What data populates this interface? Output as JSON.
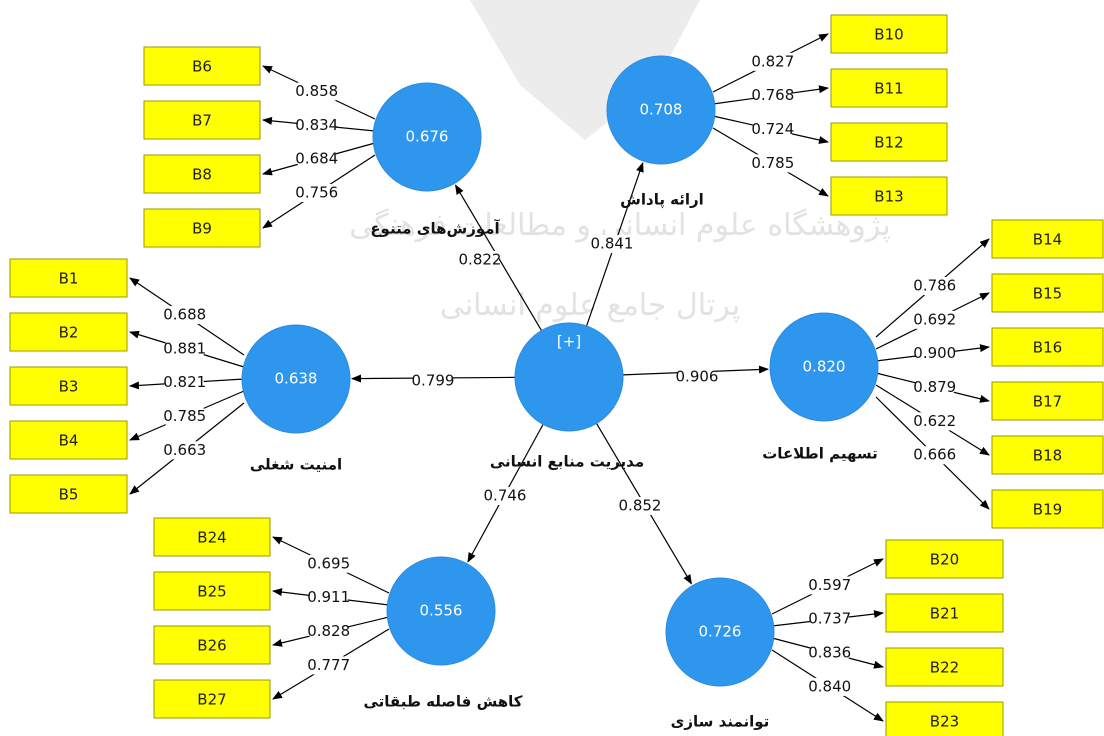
{
  "diagram": {
    "center": {
      "id": "hrm",
      "label": "مدیریت منابع انسانی",
      "value": "[+]"
    },
    "constructs": [
      {
        "id": "c1",
        "label": "آموزش‌های متنوع",
        "value": "0.676",
        "path": "0.822",
        "indicators": [
          {
            "id": "B6",
            "loading": "0.858"
          },
          {
            "id": "B7",
            "loading": "0.834"
          },
          {
            "id": "B8",
            "loading": "0.684"
          },
          {
            "id": "B9",
            "loading": "0.756"
          }
        ]
      },
      {
        "id": "c2",
        "label": "ارائه پاداش",
        "value": "0.708",
        "path": "0.841",
        "indicators": [
          {
            "id": "B10",
            "loading": "0.827"
          },
          {
            "id": "B11",
            "loading": "0.768"
          },
          {
            "id": "B12",
            "loading": "0.724"
          },
          {
            "id": "B13",
            "loading": "0.785"
          }
        ]
      },
      {
        "id": "c3",
        "label": "امنیت شغلی",
        "value": "0.638",
        "path": "0.799",
        "indicators": [
          {
            "id": "B1",
            "loading": "0.688"
          },
          {
            "id": "B2",
            "loading": "0.881"
          },
          {
            "id": "B3",
            "loading": "0.821"
          },
          {
            "id": "B4",
            "loading": "0.785"
          },
          {
            "id": "B5",
            "loading": "0.663"
          }
        ]
      },
      {
        "id": "c4",
        "label": "تسهیم اطلاعات",
        "value": "0.820",
        "path": "0.906",
        "indicators": [
          {
            "id": "B14",
            "loading": "0.786"
          },
          {
            "id": "B15",
            "loading": "0.692"
          },
          {
            "id": "B16",
            "loading": "0.900"
          },
          {
            "id": "B17",
            "loading": "0.879"
          },
          {
            "id": "B18",
            "loading": "0.622"
          },
          {
            "id": "B19",
            "loading": "0.666"
          }
        ]
      },
      {
        "id": "c5",
        "label": "کاهش فاصله طبقاتی",
        "value": "0.556",
        "path": "0.746",
        "indicators": [
          {
            "id": "B24",
            "loading": "0.695"
          },
          {
            "id": "B25",
            "loading": "0.911"
          },
          {
            "id": "B26",
            "loading": "0.828"
          },
          {
            "id": "B27",
            "loading": "0.777"
          }
        ]
      },
      {
        "id": "c6",
        "label": "توانمند سازی",
        "value": "0.726",
        "path": "0.852",
        "indicators": [
          {
            "id": "B20",
            "loading": "0.597"
          },
          {
            "id": "B21",
            "loading": "0.737"
          },
          {
            "id": "B22",
            "loading": "0.836"
          },
          {
            "id": "B23",
            "loading": "0.840"
          }
        ]
      }
    ]
  },
  "watermark": {
    "line1": "پژوهشگاه علوم انسانی و مطالعات فرهنگی",
    "line2": "پرتال جامع علوم انسانی"
  },
  "colors": {
    "construct_fill": "#2f96ee",
    "indicator_fill": "#ffff00",
    "edge": "#000000"
  }
}
